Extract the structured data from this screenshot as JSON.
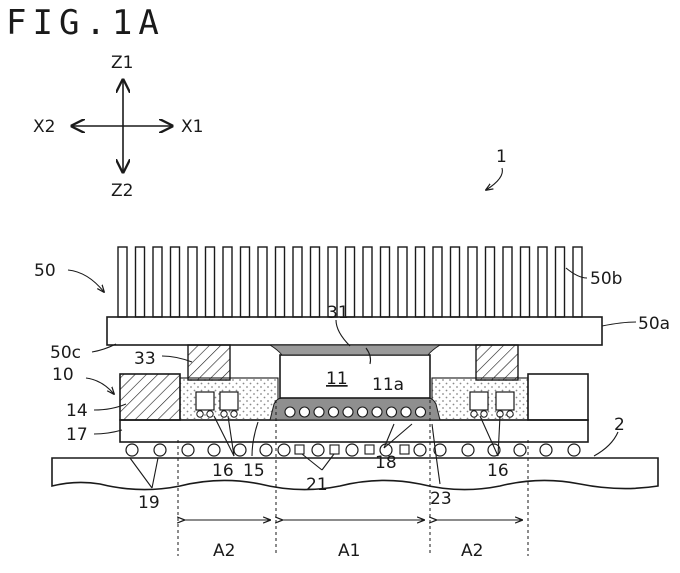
{
  "figure": {
    "title": "FIG.1A"
  },
  "axes": {
    "z1": "Z1",
    "z2": "Z2",
    "x1": "X1",
    "x2": "X2"
  },
  "labels": {
    "device": "1",
    "heatsink": "50",
    "fins": "50b",
    "base": "50a",
    "base_surface": "50c",
    "package": "10",
    "chip": "11",
    "chip_surface": "11a",
    "tim": "31",
    "spacer": "33",
    "component": "14",
    "mold": "15",
    "passive": "16",
    "substrate": "17",
    "chip_bumps": "18",
    "solder_balls": "19",
    "board": "2",
    "pads": "21",
    "underfill": "23"
  },
  "regions": {
    "left": "A2",
    "center": "A1",
    "right": "A2"
  },
  "colors": {
    "ink": "#1a1a1a",
    "paper": "#ffffff",
    "tim_fill": "#9a9a9a",
    "underfill_fill": "#8f8f8f",
    "mold_dot": "#8a8a8a"
  }
}
